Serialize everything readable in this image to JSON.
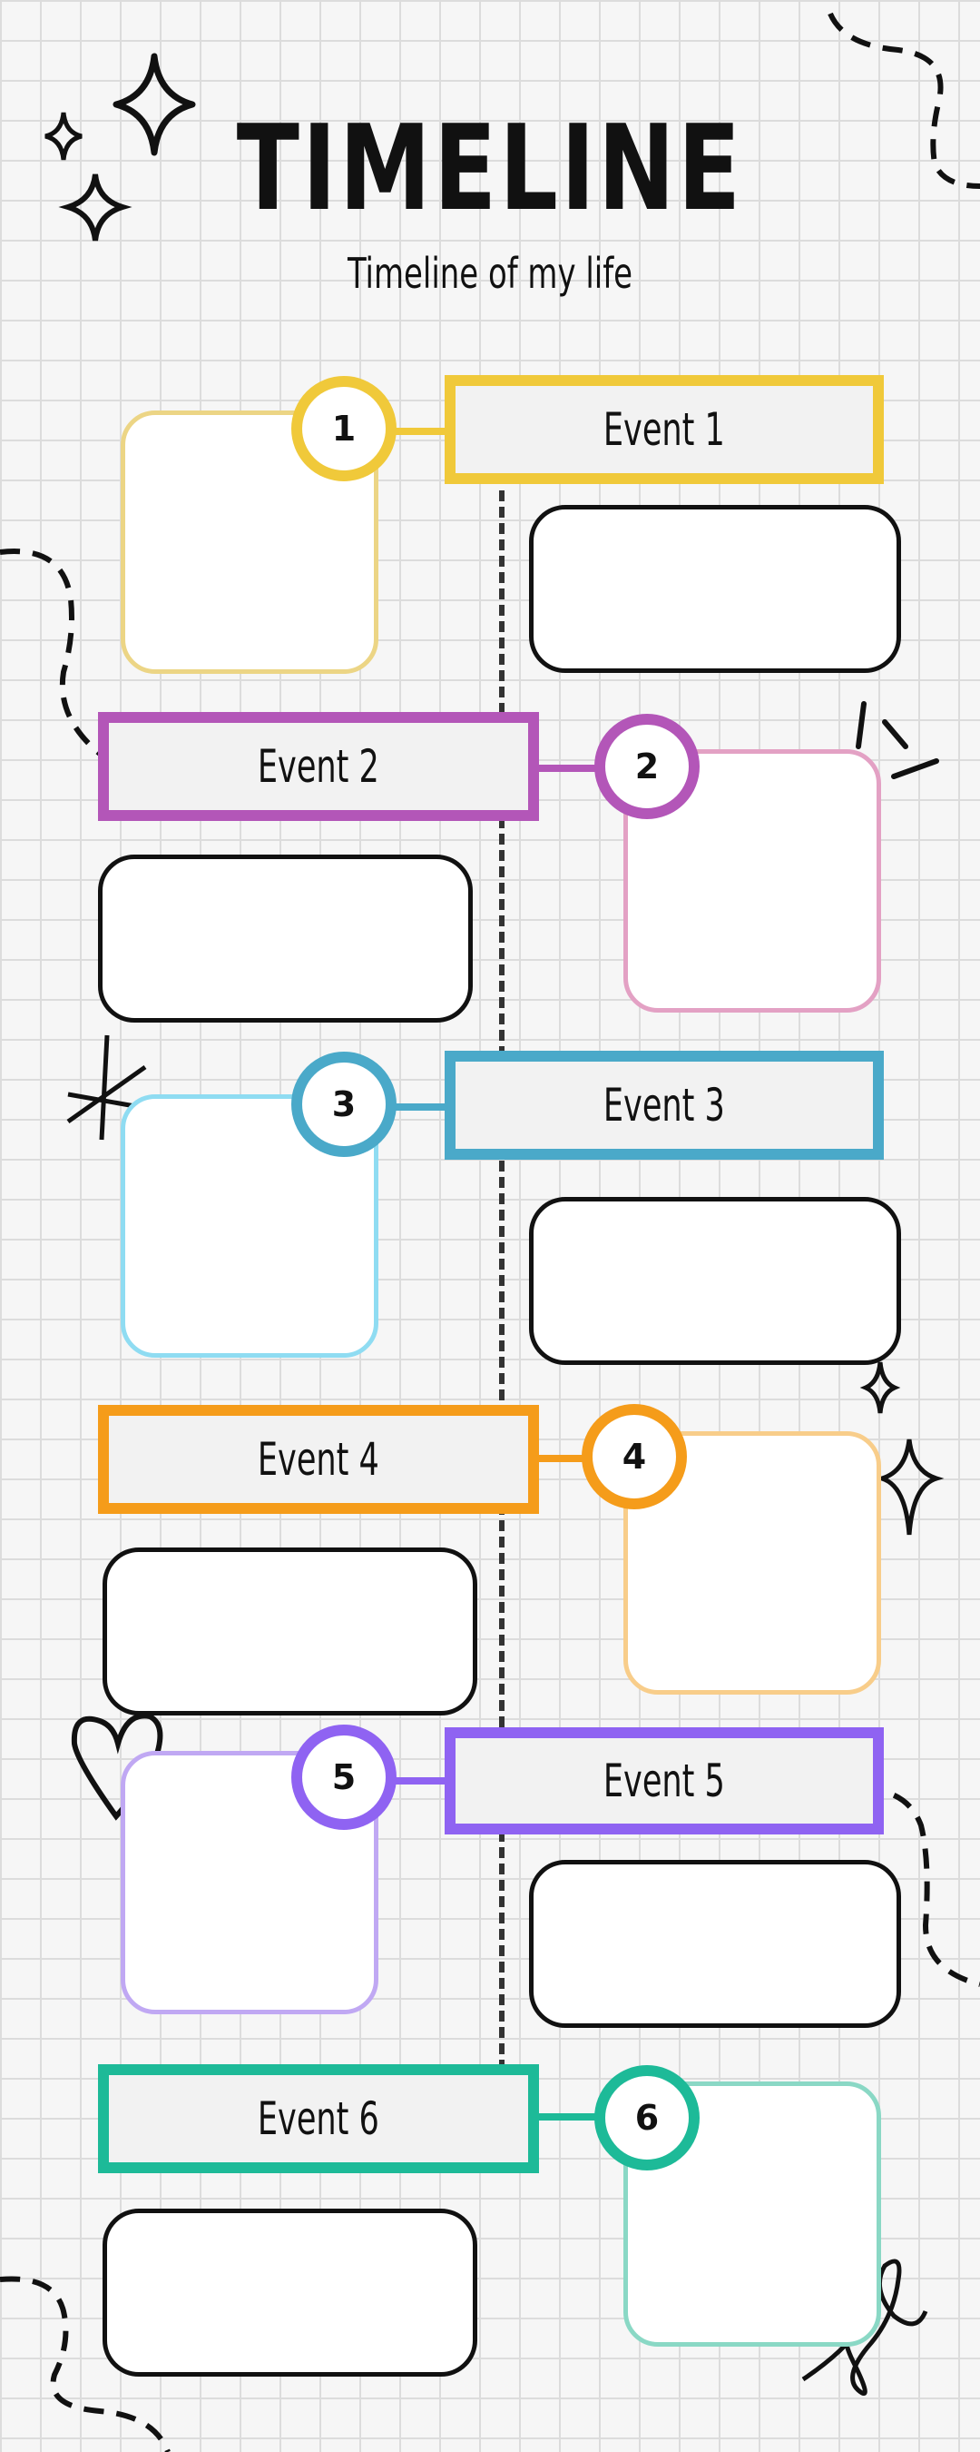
{
  "header": {
    "title": "TIMELINE",
    "subtitle": "Timeline of my life"
  },
  "events": [
    {
      "number": "1",
      "label": "Event 1",
      "accent": "#f0c93a",
      "photo_border": "#ecd585"
    },
    {
      "number": "2",
      "label": "Event 2",
      "accent": "#b356b8",
      "photo_border": "#e3a1c4"
    },
    {
      "number": "3",
      "label": "Event 3",
      "accent": "#4aa9c9",
      "photo_border": "#8fdcf2"
    },
    {
      "number": "4",
      "label": "Event 4",
      "accent": "#f59c1a",
      "photo_border": "#f8cd8a"
    },
    {
      "number": "5",
      "label": "Event 5",
      "accent": "#8f63f2",
      "photo_border": "#c0a8f3"
    },
    {
      "number": "6",
      "label": "Event 6",
      "accent": "#1dba98",
      "photo_border": "#8ad8c5"
    }
  ],
  "icons": [
    "sparkle-icon",
    "asterisk-icon",
    "heart-icon",
    "arrow-icon",
    "squiggle-icon"
  ]
}
